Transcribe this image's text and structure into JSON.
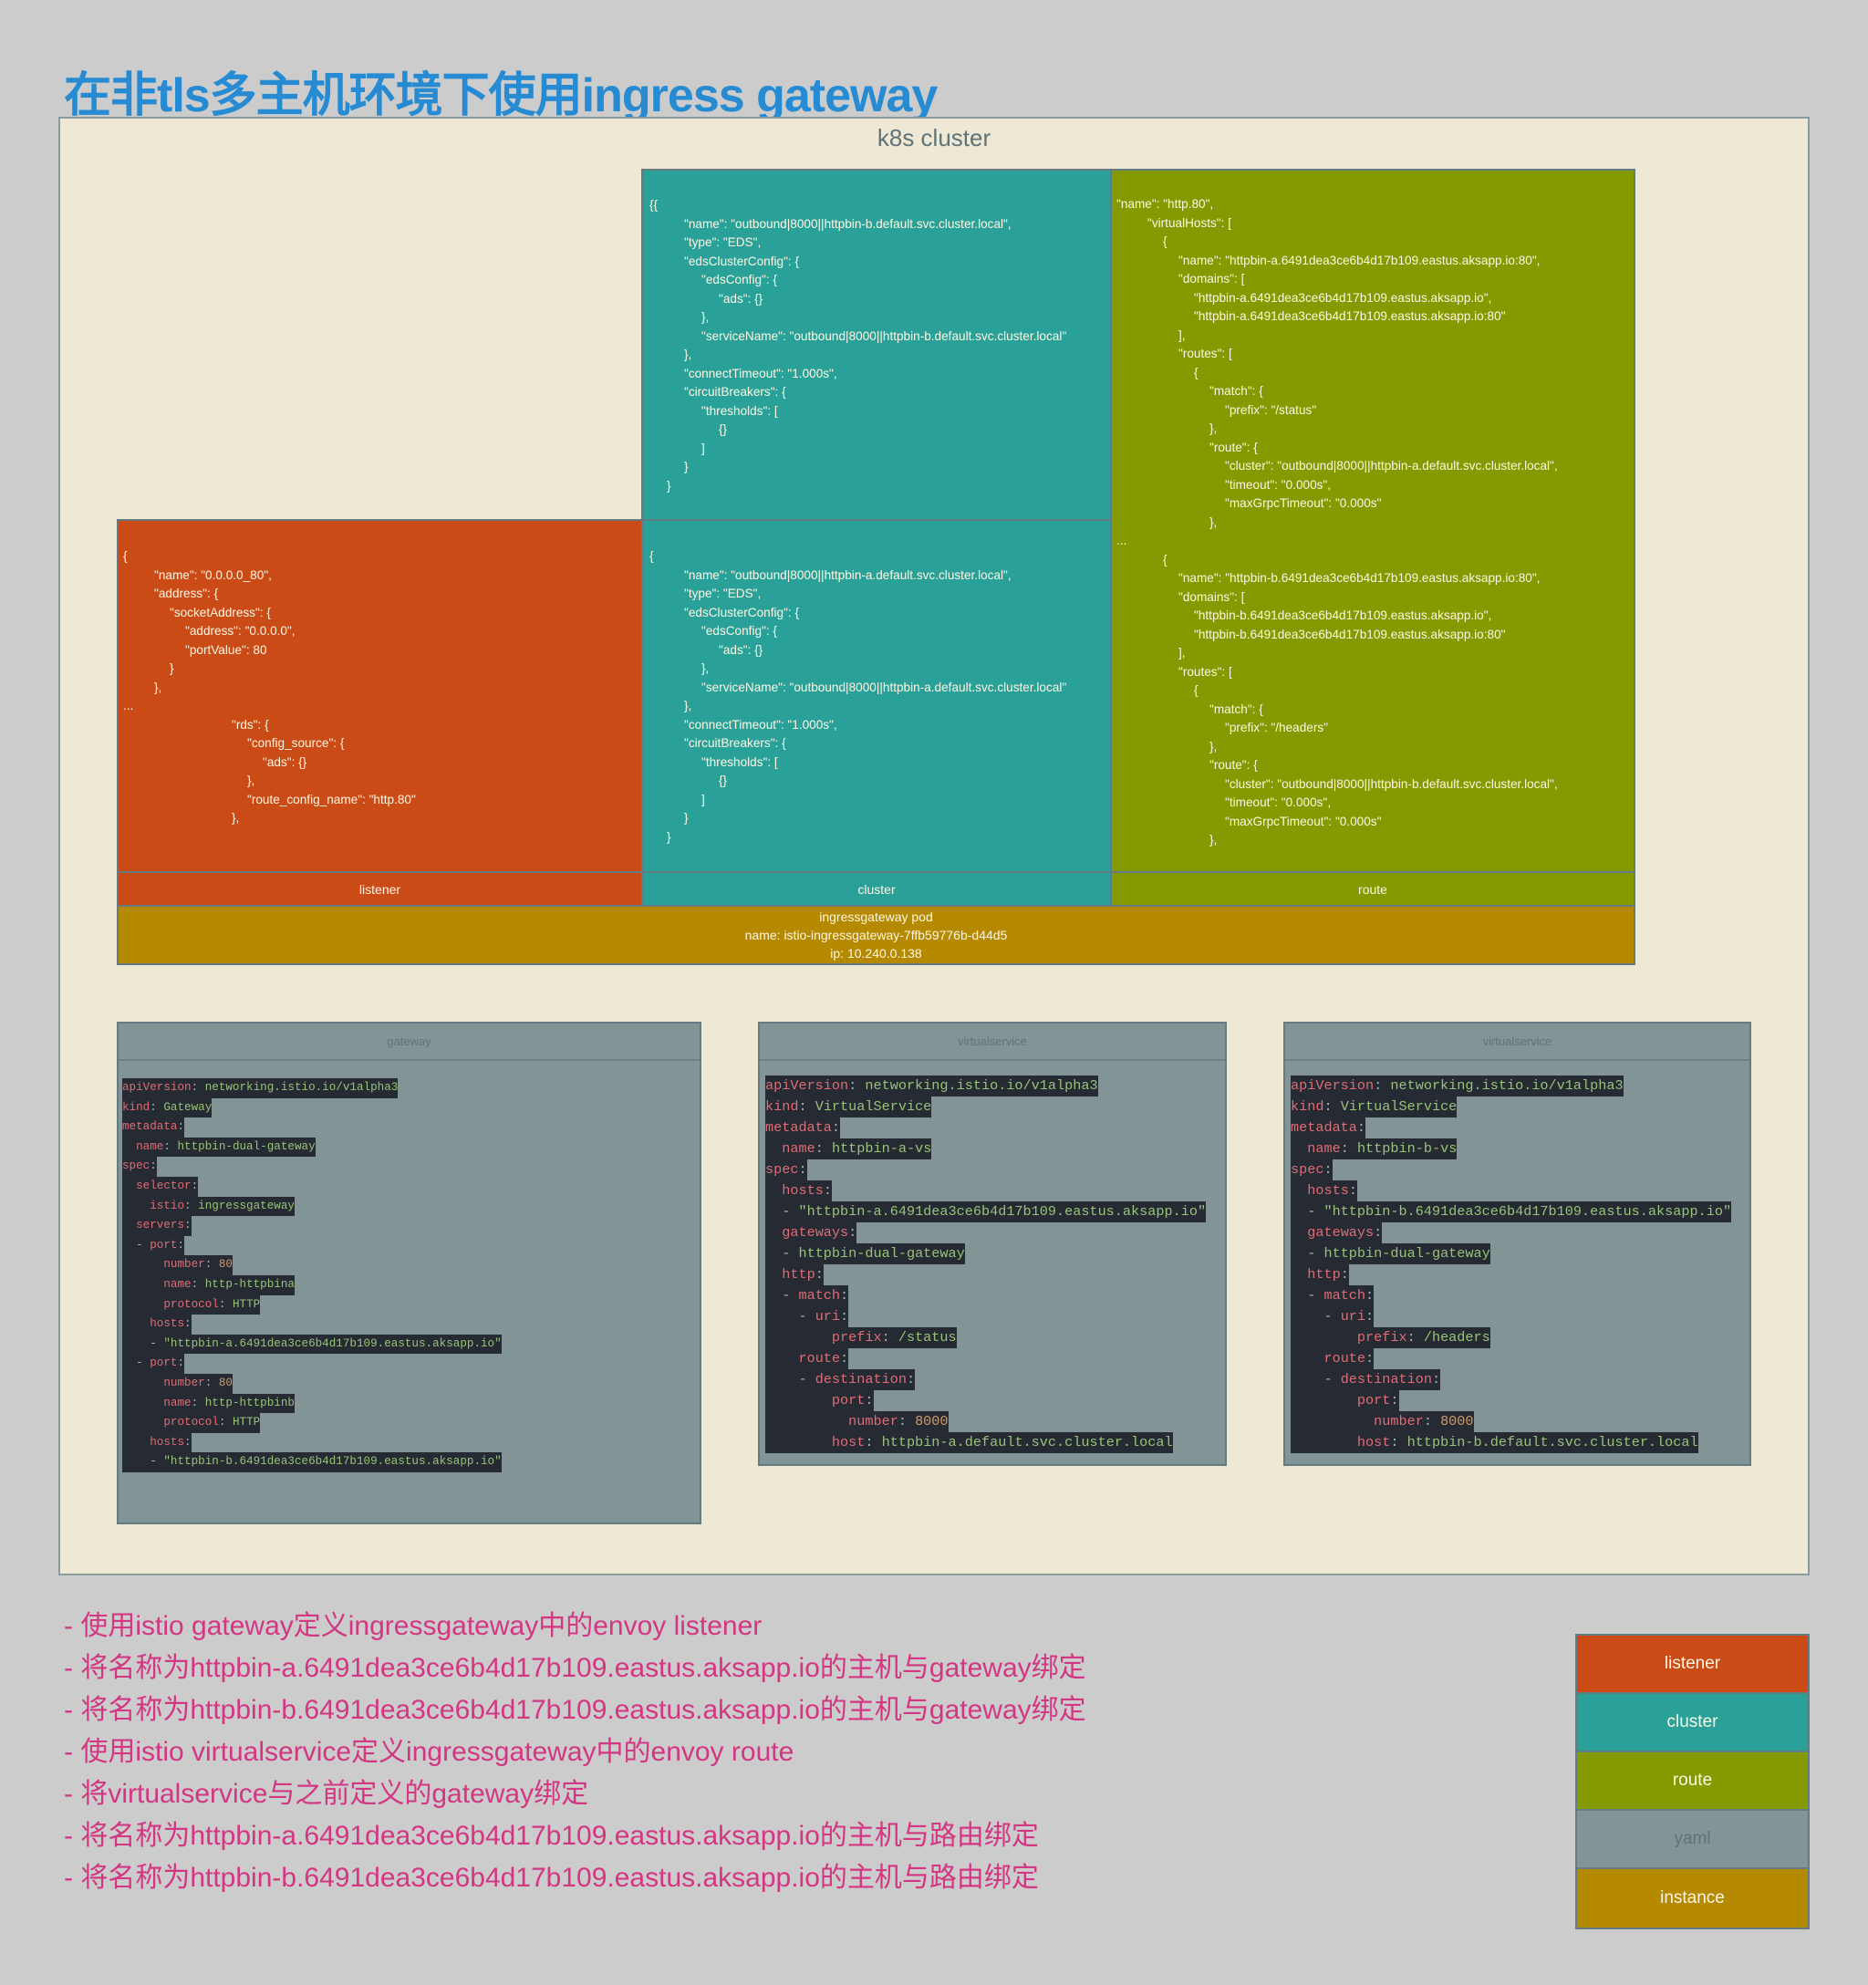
{
  "title": "在非tls多主机环境下使用ingress gateway",
  "k8s_label": "k8s cluster",
  "colors": {
    "listener": "#cb4b16",
    "cluster": "#2aa198",
    "route": "#859900",
    "yaml": "#839496",
    "instance": "#b58900",
    "title": "#268bd2",
    "notes": "#d33682"
  },
  "listener": {
    "label": "listener",
    "code": [
      "{",
      "    \"name\": \"0.0.0.0_80\",",
      "    \"address\": {",
      "      \"socketAddress\": {",
      "        \"address\": \"0.0.0.0\",",
      "        \"portValue\": 80",
      "      }",
      "    },",
      "...",
      "              \"rds\": {",
      "                \"config_source\": {",
      "                  \"ads\": {}",
      "                },",
      "                \"route_config_name\": \"http.80\"",
      "              },"
    ]
  },
  "cluster": {
    "label": "cluster",
    "top_code": [
      "{{",
      "    \"name\": \"outbound|8000||httpbin-b.default.svc.cluster.local\",",
      "    \"type\": \"EDS\",",
      "    \"edsClusterConfig\": {",
      "      \"edsConfig\": {",
      "        \"ads\": {}",
      "      },",
      "      \"serviceName\": \"outbound|8000||httpbin-b.default.svc.cluster.local\"",
      "    },",
      "    \"connectTimeout\": \"1.000s\",",
      "    \"circuitBreakers\": {",
      "      \"thresholds\": [",
      "        {}",
      "      ]",
      "    }",
      "  }"
    ],
    "bottom_code": [
      "{",
      "    \"name\": \"outbound|8000||httpbin-a.default.svc.cluster.local\",",
      "    \"type\": \"EDS\",",
      "    \"edsClusterConfig\": {",
      "      \"edsConfig\": {",
      "        \"ads\": {}",
      "      },",
      "      \"serviceName\": \"outbound|8000||httpbin-a.default.svc.cluster.local\"",
      "    },",
      "    \"connectTimeout\": \"1.000s\",",
      "    \"circuitBreakers\": {",
      "      \"thresholds\": [",
      "        {}",
      "      ]",
      "    }",
      "  }"
    ]
  },
  "route": {
    "label": "route",
    "code": [
      "\"name\": \"http.80\",",
      "    \"virtualHosts\": [",
      "      {",
      "        \"name\": \"httpbin-a.6491dea3ce6b4d17b109.eastus.aksapp.io:80\",",
      "        \"domains\": [",
      "          \"httpbin-a.6491dea3ce6b4d17b109.eastus.aksapp.io\",",
      "          \"httpbin-a.6491dea3ce6b4d17b109.eastus.aksapp.io:80\"",
      "        ],",
      "        \"routes\": [",
      "          {",
      "            \"match\": {",
      "              \"prefix\": \"/status\"",
      "            },",
      "            \"route\": {",
      "              \"cluster\": \"outbound|8000||httpbin-a.default.svc.cluster.local\",",
      "              \"timeout\": \"0.000s\",",
      "              \"maxGrpcTimeout\": \"0.000s\"",
      "            },",
      "...",
      "      {",
      "        \"name\": \"httpbin-b.6491dea3ce6b4d17b109.eastus.aksapp.io:80\",",
      "        \"domains\": [",
      "          \"httpbin-b.6491dea3ce6b4d17b109.eastus.aksapp.io\",",
      "          \"httpbin-b.6491dea3ce6b4d17b109.eastus.aksapp.io:80\"",
      "        ],",
      "        \"routes\": [",
      "          {",
      "            \"match\": {",
      "              \"prefix\": \"/headers\"",
      "            },",
      "            \"route\": {",
      "              \"cluster\": \"outbound|8000||httpbin-b.default.svc.cluster.local\",",
      "              \"timeout\": \"0.000s\",",
      "              \"maxGrpcTimeout\": \"0.000s\"",
      "            },"
    ]
  },
  "instance": {
    "title": "ingressgateway pod",
    "name": "name: istio-ingressgateway-7ffb59776b-d44d5",
    "ip": "ip: 10.240.0.138"
  },
  "yaml_boxes": [
    {
      "title": "gateway",
      "lines": [
        [
          "",
          "apiVersion",
          ": ",
          "networking.istio.io/v1alpha3",
          "s"
        ],
        [
          "",
          "kind",
          ": ",
          "Gateway",
          "s"
        ],
        [
          "",
          "metadata",
          ":",
          "",
          ""
        ],
        [
          "  ",
          "name",
          ": ",
          "httpbin-dual-gateway",
          "s"
        ],
        [
          "",
          "spec",
          ":",
          "",
          ""
        ],
        [
          "  ",
          "selector",
          ":",
          "",
          ""
        ],
        [
          "    ",
          "istio",
          ": ",
          "ingressgateway",
          "s"
        ],
        [
          "  ",
          "servers",
          ":",
          "",
          ""
        ],
        [
          "  - ",
          "port",
          ":",
          "",
          ""
        ],
        [
          "      ",
          "number",
          ": ",
          "80",
          "n"
        ],
        [
          "      ",
          "name",
          ": ",
          "http-httpbina",
          "s"
        ],
        [
          "      ",
          "protocol",
          ": ",
          "HTTP",
          "s"
        ],
        [
          "    ",
          "hosts",
          ":",
          "",
          ""
        ],
        [
          "    - ",
          "",
          "",
          "\"httpbin-a.6491dea3ce6b4d17b109.eastus.aksapp.io\"",
          "s"
        ],
        [
          "  - ",
          "port",
          ":",
          "",
          ""
        ],
        [
          "      ",
          "number",
          ": ",
          "80",
          "n"
        ],
        [
          "      ",
          "name",
          ": ",
          "http-httpbinb",
          "s"
        ],
        [
          "      ",
          "protocol",
          ": ",
          "HTTP",
          "s"
        ],
        [
          "    ",
          "hosts",
          ":",
          "",
          ""
        ],
        [
          "    - ",
          "",
          "",
          "\"httpbin-b.6491dea3ce6b4d17b109.eastus.aksapp.io\"",
          "s"
        ]
      ]
    },
    {
      "title": "virtualservice",
      "lines": [
        [
          "",
          "apiVersion",
          ": ",
          "networking.istio.io/v1alpha3",
          "s"
        ],
        [
          "",
          "kind",
          ": ",
          "VirtualService",
          "s"
        ],
        [
          "",
          "metadata",
          ":",
          "",
          ""
        ],
        [
          "  ",
          "name",
          ": ",
          "httpbin-a-vs",
          "s"
        ],
        [
          "",
          "spec",
          ":",
          "",
          ""
        ],
        [
          "  ",
          "hosts",
          ":",
          "",
          ""
        ],
        [
          "  - ",
          "",
          "",
          "\"httpbin-a.6491dea3ce6b4d17b109.eastus.aksapp.io\"",
          "s"
        ],
        [
          "  ",
          "gateways",
          ":",
          "",
          ""
        ],
        [
          "  - ",
          "",
          "",
          "httpbin-dual-gateway",
          "s"
        ],
        [
          "  ",
          "http",
          ":",
          "",
          ""
        ],
        [
          "  - ",
          "match",
          ":",
          "",
          ""
        ],
        [
          "    - ",
          "uri",
          ":",
          "",
          ""
        ],
        [
          "        ",
          "prefix",
          ": ",
          "/status",
          "s"
        ],
        [
          "    ",
          "route",
          ":",
          "",
          ""
        ],
        [
          "    - ",
          "destination",
          ":",
          "",
          ""
        ],
        [
          "        ",
          "port",
          ":",
          "",
          ""
        ],
        [
          "          ",
          "number",
          ": ",
          "8000",
          "n"
        ],
        [
          "        ",
          "host",
          ": ",
          "httpbin-a.default.svc.cluster.local",
          "s"
        ]
      ]
    },
    {
      "title": "virtualservice",
      "lines": [
        [
          "",
          "apiVersion",
          ": ",
          "networking.istio.io/v1alpha3",
          "s"
        ],
        [
          "",
          "kind",
          ": ",
          "VirtualService",
          "s"
        ],
        [
          "",
          "metadata",
          ":",
          "",
          ""
        ],
        [
          "  ",
          "name",
          ": ",
          "httpbin-b-vs",
          "s"
        ],
        [
          "",
          "spec",
          ":",
          "",
          ""
        ],
        [
          "  ",
          "hosts",
          ":",
          "",
          ""
        ],
        [
          "  - ",
          "",
          "",
          "\"httpbin-b.6491dea3ce6b4d17b109.eastus.aksapp.io\"",
          "s"
        ],
        [
          "  ",
          "gateways",
          ":",
          "",
          ""
        ],
        [
          "  - ",
          "",
          "",
          "httpbin-dual-gateway",
          "s"
        ],
        [
          "  ",
          "http",
          ":",
          "",
          ""
        ],
        [
          "  - ",
          "match",
          ":",
          "",
          ""
        ],
        [
          "    - ",
          "uri",
          ":",
          "",
          ""
        ],
        [
          "        ",
          "prefix",
          ": ",
          "/headers",
          "s"
        ],
        [
          "    ",
          "route",
          ":",
          "",
          ""
        ],
        [
          "    - ",
          "destination",
          ":",
          "",
          ""
        ],
        [
          "        ",
          "port",
          ":",
          "",
          ""
        ],
        [
          "          ",
          "number",
          ": ",
          "8000",
          "n"
        ],
        [
          "        ",
          "host",
          ": ",
          "httpbin-b.default.svc.cluster.local",
          "s"
        ]
      ]
    }
  ],
  "notes": [
    "- 使用istio gateway定义ingressgateway中的envoy listener",
    "- 将名称为httpbin-a.6491dea3ce6b4d17b109.eastus.aksapp.io的主机与gateway绑定",
    "- 将名称为httpbin-b.6491dea3ce6b4d17b109.eastus.aksapp.io的主机与gateway绑定",
    "- 使用istio virtualservice定义ingressgateway中的envoy route",
    "- 将virtualservice与之前定义的gateway绑定",
    "- 将名称为httpbin-a.6491dea3ce6b4d17b109.eastus.aksapp.io的主机与路由绑定",
    "- 将名称为httpbin-b.6491dea3ce6b4d17b109.eastus.aksapp.io的主机与路由绑定"
  ],
  "legend": [
    "listener",
    "cluster",
    "route",
    "yaml",
    "instance"
  ]
}
